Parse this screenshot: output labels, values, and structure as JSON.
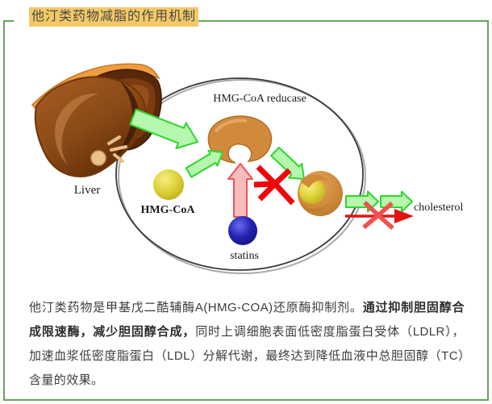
{
  "title": "他汀类药物减脂的作用机制",
  "diagram": {
    "labels": {
      "liver": "Liver",
      "enzyme": "HMG-CoA reducase",
      "substrate": "HMG-CoA",
      "drug": "statins",
      "product": "cholesterol"
    },
    "colors": {
      "border_green": "#67a35d",
      "title_bg": "#f3c968",
      "arrow_green_fill": "#b6f7ae",
      "arrow_green_stroke": "#2ed52e",
      "arrow_pink_fill": "#f9bcbc",
      "arrow_pink_stroke": "#e85555",
      "inhibit_red": "#ee0808",
      "inhibit_red_light": "#f25050",
      "liver_brown": "#8a4a16",
      "enzyme_orange": "#d18a3c",
      "substrate_yellow": "#ddd23a",
      "statin_blue": "#2323b0"
    }
  },
  "description": {
    "part1": "他汀类药物是甲基戊二酷辅酶A(HMG-COA)还原酶抑制剂。",
    "part2_bold": "通过抑制胆固醇合成限速酶，减少胆固醇合成，",
    "part3": "同时上调细胞表面低密度脂蛋白受体（LDLR），加速血浆低密度脂蛋白（LDL）分解代谢，最终达到降低血液中总胆固醇（TC）含量的效果。"
  }
}
